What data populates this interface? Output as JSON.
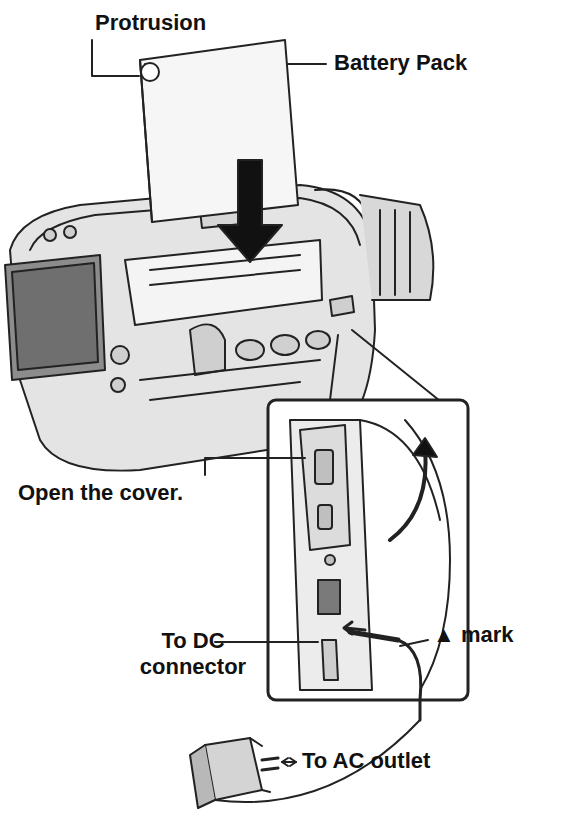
{
  "diagram": {
    "labels": [
      "Protrusion",
      "Battery Pack",
      "Open the cover.",
      "To DC connector",
      "▲ mark",
      "To AC outlet"
    ]
  }
}
